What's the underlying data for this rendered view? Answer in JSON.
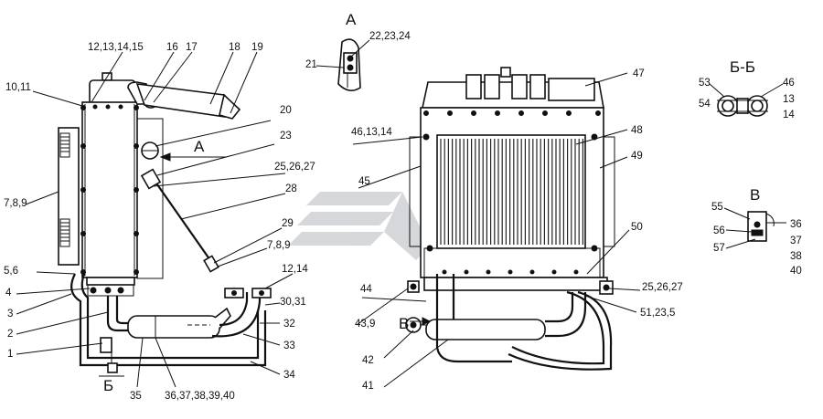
{
  "sections": {
    "a": "А",
    "bb": "Б-Б",
    "v": "В",
    "a_arrow": "А",
    "b_arrow": "Б",
    "v_arrow": "В"
  },
  "labels": {
    "l12_13_14_15": "12,13,14,15",
    "l16": "16",
    "l17": "17",
    "l18": "18",
    "l19": "19",
    "l10_11": "10,11",
    "l20": "20",
    "l23": "23",
    "l25_26_27": "25,26,27",
    "l28": "28",
    "l7_8_9": "7,8,9",
    "l29": "29",
    "l7_8_9b": "7,8,9",
    "l5_6": "5,6",
    "l12_14": "12,14",
    "l4": "4",
    "l30_31": "30,31",
    "l3": "3",
    "l32": "32",
    "l2": "2",
    "l33": "33",
    "l1": "1",
    "l34": "34",
    "l35": "35",
    "l36_40": "36,37,38,39,40",
    "l21": "21",
    "l22_23_24": "22,23,24",
    "l47": "47",
    "l46_13_14": "46,13,14",
    "l48": "48",
    "l45": "45",
    "l49": "49",
    "l50": "50",
    "l44": "44",
    "l25_26_27b": "25,26,27",
    "l43_9": "43,9",
    "l51_23_5": "51,23,5",
    "l42": "42",
    "l41": "41",
    "l53": "53",
    "l46": "46",
    "l54": "54",
    "l13": "13",
    "l14": "14",
    "l55": "55",
    "l36": "36",
    "l56": "56",
    "l37": "37",
    "l57": "57",
    "l38": "38",
    "l40": "40"
  }
}
